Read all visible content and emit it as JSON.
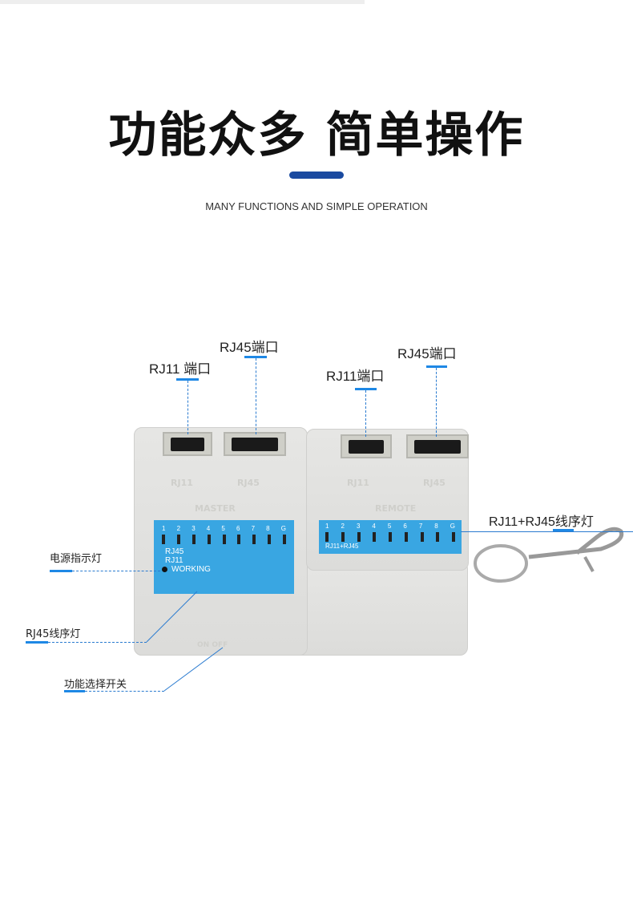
{
  "header": {
    "title": "功能众多 简单操作",
    "subtitle": "MANY FUNCTIONS AND SIMPLE OPERATION"
  },
  "callouts": {
    "master_rj45": "RJ45端口",
    "master_rj11": "RJ11 端口",
    "remote_rj45": "RJ45端口",
    "remote_rj11": "RJ11端口",
    "remote_leds": "RJ11+RJ45线序灯",
    "power_led": "电源指示灯",
    "rj45_leds": "RJ45线序灯",
    "switch": "功能选择开关"
  },
  "device": {
    "master": {
      "port1": "RJ11",
      "port2": "RJ45",
      "name": "MASTER",
      "pins": [
        "1",
        "2",
        "3",
        "4",
        "5",
        "6",
        "7",
        "8",
        "G"
      ],
      "mode1": "RJ45",
      "mode2": "RJ11",
      "working": "WORKING",
      "switch": "ON OFF"
    },
    "remote": {
      "port1": "RJ11",
      "port2": "RJ45",
      "name": "REMOTE",
      "pins": [
        "1",
        "2",
        "3",
        "4",
        "5",
        "6",
        "7",
        "8",
        "G"
      ],
      "label": "RJ11+RJ45"
    }
  },
  "colors": {
    "accent": "#1a4aa0",
    "callout": "#1e88e5",
    "panel": "#39a6e2"
  }
}
